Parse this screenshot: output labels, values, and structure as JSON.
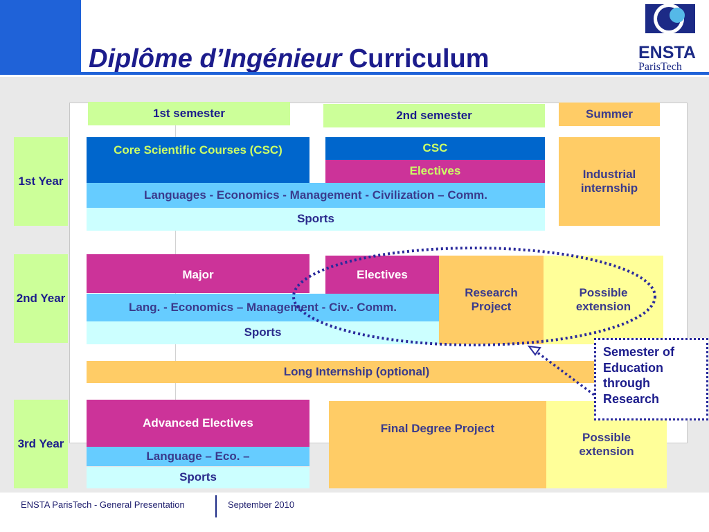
{
  "header": {
    "title_italic": "Diplôme d’Ingénieur",
    "title_rest": "Curriculum",
    "logo": {
      "name": "ENSTA",
      "subname": "ParisTech"
    }
  },
  "semesters": {
    "first": "1st semester",
    "second": "2nd semester",
    "summer": "Summer"
  },
  "year1": {
    "label": "1st Year",
    "core": "Core Scientific Courses (CSC)",
    "csc": "CSC",
    "electives": "Electives",
    "languages": "Languages -  Economics - Management - Civilization – Comm.",
    "sports": "Sports",
    "internship": "Industrial internship"
  },
  "year2": {
    "label": "2nd Year",
    "major": "Major",
    "electives": "Electives",
    "research": "Research Project",
    "extension": "Possible extension",
    "languages": "Lang. -  Economics – Management - Civ.- Comm.",
    "sports": "Sports"
  },
  "long_internship": "Long Internship  (optional)",
  "year3": {
    "label": "3rd Year",
    "advanced": "Advanced Electives",
    "final_project": "Final Degree Project",
    "extension": "Possible extension",
    "language": "Language – Eco. –",
    "sports": "Sports"
  },
  "callout": "Semester of Education through Research",
  "footer": {
    "left": "ENSTA ParisTech - General Presentation",
    "right": "September 2010"
  },
  "colors": {
    "title": "#1c1c8c",
    "green": "#ccff99",
    "orange": "#ffcc66",
    "yellow": "#ffff99",
    "darkblue": "#0066cc",
    "magenta": "#cc3399",
    "skyblue": "#66ccff",
    "cyan": "#ccffff"
  }
}
